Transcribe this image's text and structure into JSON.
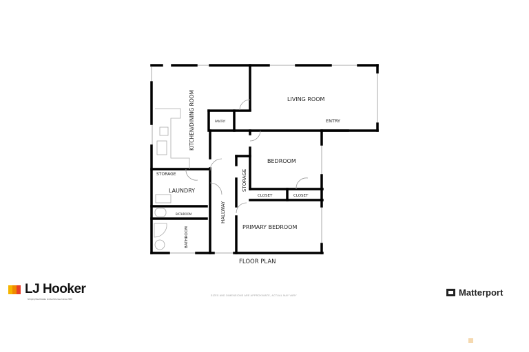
{
  "floor_plan": {
    "title": "FLOOR PLAN",
    "rooms": {
      "kitchen": "KITCHEN/DINING ROOM",
      "pantry": "PANTRY",
      "living": "LIVING ROOM",
      "entry": "ENTRY",
      "bedroom": "BEDROOM",
      "storage_hall": "STORAGE",
      "storage_laundry": "STORAGE",
      "laundry": "LAUNDRY",
      "bathroom_small": "BATHROOM",
      "bathroom": "BATHROOM",
      "hallway": "HALLWAY",
      "closet1": "CLOSET",
      "closet2": "CLOSET",
      "primary": "PRIMARY BEDROOM"
    }
  },
  "branding": {
    "agency": "LJ Hooker",
    "agency_tagline": "bringing Real Estate Limited licensed since 2000",
    "agency_colors": [
      "#f5b400",
      "#f08a00",
      "#e8402a"
    ],
    "provider": "Matterport"
  },
  "disclaimer": "SIZES AND DIMENSIONS ARE APPROXIMATE, ACTUAL MAY VARY"
}
